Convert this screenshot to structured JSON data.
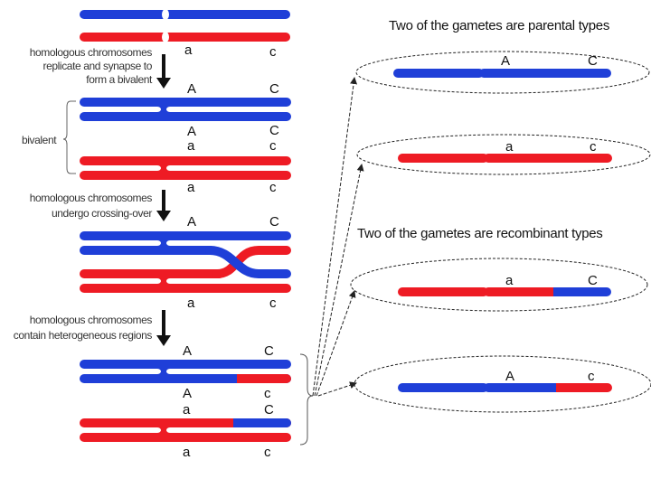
{
  "colors": {
    "blue": "#1f3fd8",
    "red": "#ee1b24",
    "line": "#222222"
  },
  "steps": {
    "s1": [
      "homologous chromosomes",
      "replicate and synapse to",
      "form a bivalent"
    ],
    "bivalent": "bivalent",
    "s2": [
      "homologous chromosomes",
      "undergo crossing-over"
    ],
    "s3": [
      "homologous chromosomes",
      "contain heterogeneous regions"
    ]
  },
  "headings": {
    "parental": "Two of the gametes are parental types",
    "recombinant": "Two of the gametes are recombinant types"
  },
  "alleles": {
    "stage1": {
      "a": "a",
      "c": "c"
    },
    "stage2": {
      "A1": "A",
      "C1": "C",
      "A2": "A",
      "C2": "C",
      "a1": "a",
      "c1": "c",
      "a2": "a",
      "c2": "c"
    },
    "stage3": {
      "A": "A",
      "C": "C",
      "a": "a",
      "c": "c"
    },
    "stage4": {
      "A1": "A",
      "C1": "C",
      "A2": "A",
      "c1": "c",
      "a1": "a",
      "C2": "C",
      "a2": "a",
      "c2": "c"
    }
  },
  "gametes": [
    {
      "left": "A",
      "right": "C"
    },
    {
      "left": "a",
      "right": "c"
    },
    {
      "left": "a",
      "right": "C"
    },
    {
      "left": "A",
      "right": "c"
    }
  ]
}
